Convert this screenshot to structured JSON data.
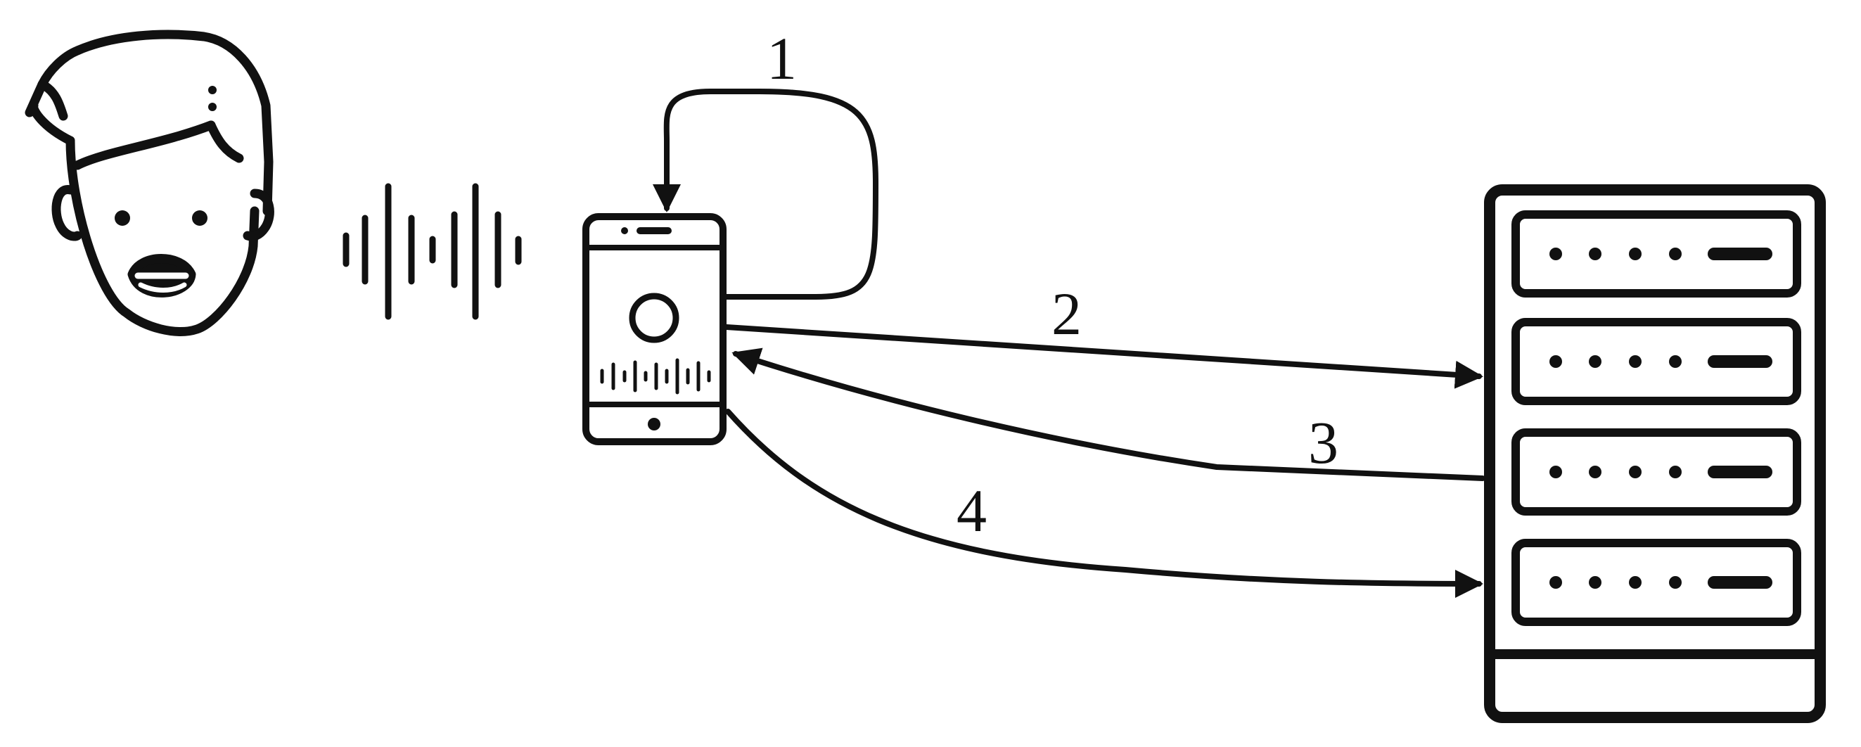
{
  "labels": {
    "step1": "1",
    "step2": "2",
    "step3": "3",
    "step4": "4"
  },
  "icons": {
    "speaker": "speaking-person-icon",
    "voice": "sound-wave-icon",
    "device": "smartphone-recording-icon",
    "server": "server-rack-icon"
  },
  "colors": {
    "ink": "#111111",
    "background": "#ffffff"
  }
}
